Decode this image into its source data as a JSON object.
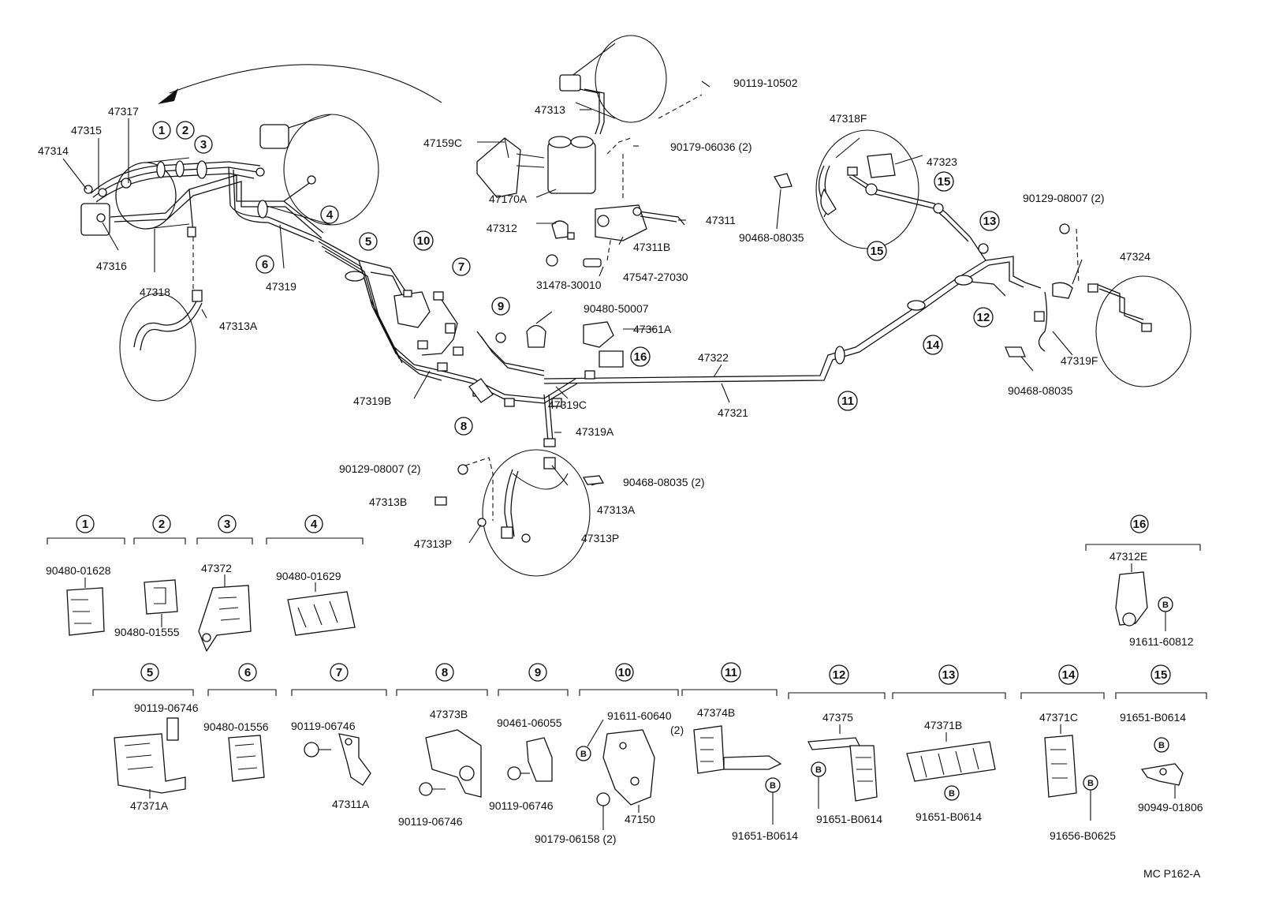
{
  "parts": {
    "p47317": "47317",
    "p47315": "47315",
    "p47314": "47314",
    "p47316": "47316",
    "p47318": "47318",
    "p47319": "47319",
    "p47313A_left": "47313A",
    "p47313": "47313",
    "p90119_10502": "90119-10502",
    "p47159C": "47159C",
    "p90179_06036": "90179-06036 (2)",
    "p47170A": "47170A",
    "p47312": "47312",
    "p47311": "47311",
    "p47311B": "47311B",
    "p31478_30010": "31478-30010",
    "p47547_27030": "47547-27030",
    "p90480_50007": "90480-50007",
    "p47361A": "47361A",
    "p47322": "47322",
    "p47321": "47321",
    "p47319B": "47319B",
    "p47319C": "47319C",
    "p47319A": "47319A",
    "p90129_08007_mid": "90129-08007 (2)",
    "p47313B": "47313B",
    "p90468_08035_mid": "90468-08035 (2)",
    "p47313A_mid": "47313A",
    "p47313P_left": "47313P",
    "p47313P_right": "47313P",
    "p47318F": "47318F",
    "p47323": "47323",
    "p90468_08035_top": "90468-08035",
    "p90129_08007_right": "90129-08007 (2)",
    "p47324": "47324",
    "p47319F": "47319F",
    "p90468_08035_right": "90468-08035"
  },
  "callouts": [
    "1",
    "2",
    "3",
    "4",
    "5",
    "6",
    "7",
    "8",
    "9",
    "10",
    "11",
    "12",
    "13",
    "14",
    "15",
    "16"
  ],
  "detail": {
    "d1_part": "90480-01628",
    "d2_part": "90480-01555",
    "d3_part": "47372",
    "d4_part": "90480-01629",
    "d16_part_a": "47312E",
    "d16_part_b": "91611-60812",
    "d5_part_a": "90119-06746",
    "d5_part_b": "47371A",
    "d6_part": "90480-01556",
    "d7_part_a": "90119-06746",
    "d7_part_b": "47311A",
    "d8_part_a": "47373B",
    "d8_part_b": "90119-06746",
    "d9_part_a": "90461-06055",
    "d9_part_b": "90119-06746",
    "d10_part_a": "91611-60640",
    "d10_part_a2": "(2)",
    "d10_part_b": "47150",
    "d10_part_c": "90179-06158 (2)",
    "d11_part_a": "47374B",
    "d11_part_b": "91651-B0614",
    "d12_part_a": "47375",
    "d12_part_b": "91651-B0614",
    "d13_part_a": "47371B",
    "d13_part_b": "91651-B0614",
    "d14_part_a": "47371C",
    "d14_part_b": "91656-B0625",
    "d15_part_a": "91651-B0614",
    "d15_part_b": "90949-01806",
    "b_marker": "B"
  },
  "footer": {
    "code": "MC P162-A"
  }
}
